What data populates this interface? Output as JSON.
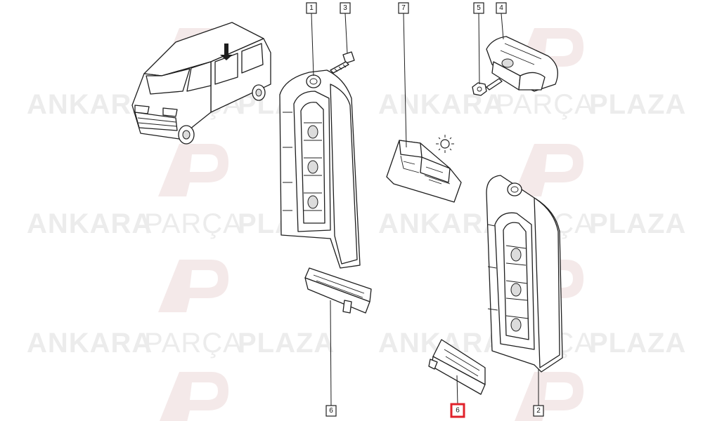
{
  "watermark": {
    "brand_a": "ANKARA",
    "brand_b": "PARÇA",
    "brand_c": "PLAZA"
  },
  "callouts": [
    {
      "id": "c1",
      "label": "1",
      "highlighted": false
    },
    {
      "id": "c3",
      "label": "3",
      "highlighted": false
    },
    {
      "id": "c7",
      "label": "7",
      "highlighted": false
    },
    {
      "id": "c5",
      "label": "5",
      "highlighted": false
    },
    {
      "id": "c4",
      "label": "4",
      "highlighted": false
    },
    {
      "id": "c6a",
      "label": "6",
      "highlighted": false
    },
    {
      "id": "c6b",
      "label": "6",
      "highlighted": true
    },
    {
      "id": "c2",
      "label": "2",
      "highlighted": false
    }
  ],
  "colors": {
    "highlight": "#e0222b",
    "line": "#1e1e1e",
    "watermark_text": "#ececec",
    "watermark_logo": "#f4e9e9"
  },
  "icons": [
    "van-illustration",
    "lamp-symbol-icon"
  ]
}
